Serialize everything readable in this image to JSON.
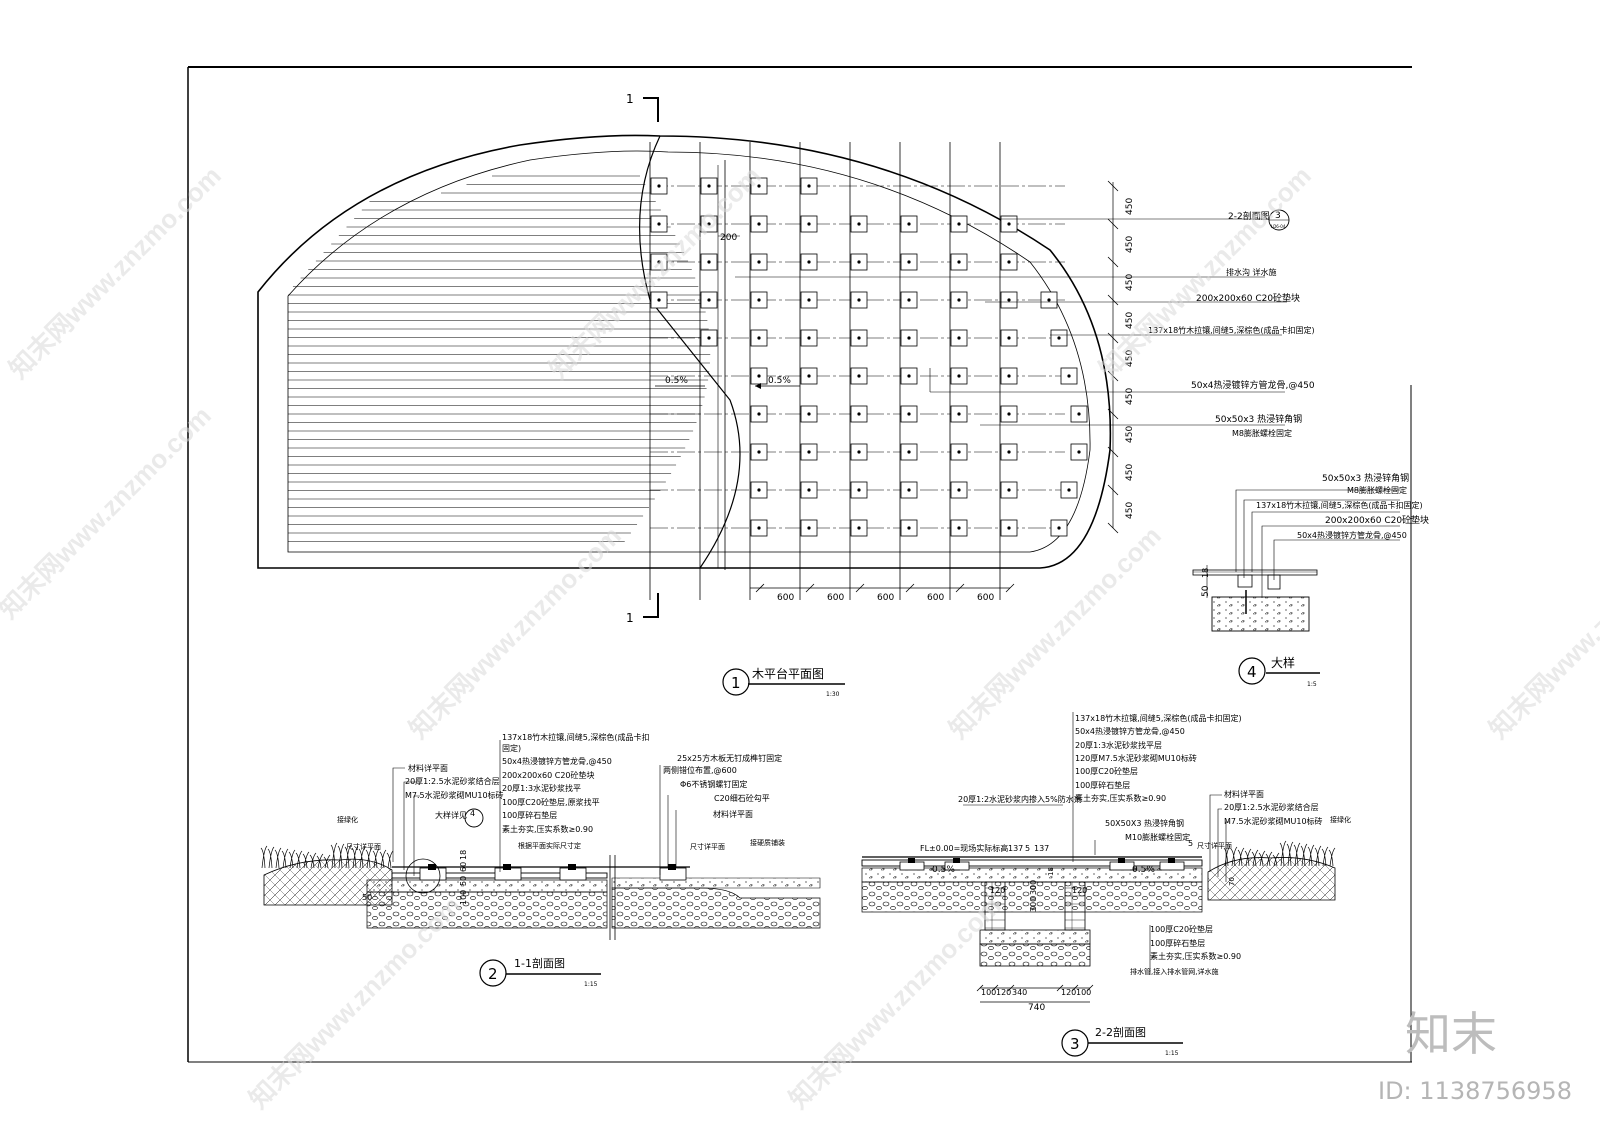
{
  "plan": {
    "section_marker": "1",
    "title_no": "1",
    "title": "木平台平面图",
    "scale": "1:30",
    "slope_left": "0.5%",
    "slope_right": "0.5%",
    "gap_label": "200",
    "spacing_v": [
      "450",
      "450",
      "450",
      "450",
      "450",
      "450",
      "450",
      "450",
      "450"
    ],
    "spacing_h": [
      "600",
      "600",
      "600",
      "600",
      "600"
    ],
    "callouts": [
      "2-2剖面图",
      "排水沟  详水施",
      "200x200x60  C20砼垫块",
      "137x18竹木拉镶,间缝5,深棕色(成品卡扣固定)",
      "50x4热浸镀锌方管龙骨,@450",
      "50x50x3  热浸锌角钢",
      "M8膨胀螺栓固定"
    ],
    "section_ref_no": "3",
    "section_ref_sheet": "LD6-04"
  },
  "detail": {
    "title_no": "4",
    "title": "大样",
    "scale": "1:5",
    "callouts": [
      "50x50x3  热浸锌角钢",
      "M8膨胀螺栓固定",
      "137x18竹木拉镶,间缝5,深棕色(成品卡扣固定)",
      "200x200x60  C20砼垫块",
      "50x4热浸镀锌方管龙骨,@450"
    ],
    "dims": [
      "18",
      "50"
    ]
  },
  "section1": {
    "title_no": "2",
    "title": "1-1剖面图",
    "scale": "1:15",
    "detail_ref": "4",
    "callouts_mid": [
      "137x18竹木拉镶,间缝5,深棕色(成品卡扣",
      "固定)",
      "50x4热浸镀锌方管龙骨,@450",
      "200x200x60  C20砼垫块",
      "20厚1:3水泥砂浆找平",
      "100厚C20砼垫层,原浆找平",
      "100厚碎石垫层",
      "素土夯实,压实系数≥0.90"
    ],
    "callouts_left": [
      "材料详平面",
      "20厚1:2.5水泥砂浆结合层",
      "M7.5水泥砂浆砌MU10标砖"
    ],
    "detail_label": "大样详见",
    "green_left": "接绿化",
    "callouts_right": [
      "25x25方木板无钉成榫钉固定",
      "两侧错位布置,@600",
      "Φ6不锈钢螺钉固定",
      "C20细石砼勾平",
      "材料详平面"
    ],
    "paving_right": "接硬质铺装",
    "size_note_l": "尺寸详平面",
    "size_note_r": "尺寸详平面",
    "size_note_mid": "根据平面实际尺寸定",
    "dims": [
      "100",
      "50",
      "60",
      "18",
      "50"
    ]
  },
  "section2": {
    "title_no": "3",
    "title": "2-2剖面图",
    "scale": "1:15",
    "callouts_top": [
      "137x18竹木拉镶,间缝5,深棕色(成品卡扣固定)",
      "50x4热浸镀锌方管龙骨,@450",
      "20厚1:3水泥砂浆找平层",
      "120厚M7.5水泥砂浆砌MU10标砖",
      "100厚C20砼垫层",
      "100厚碎石垫层",
      "素土夯实,压实系数≥0.90"
    ],
    "mortar_note": "20厚1:2水泥砂浆内掺入5%防水剂",
    "angle_note": "50X50X3  热浸锌角钢",
    "bolt_note": "M10膨胀螺栓固定",
    "fl_note": "FL±0.00=现场实际标高",
    "fl_dims": [
      "137",
      "5",
      "137"
    ],
    "slope_l": "0.5%",
    "slope_r": "0.5%",
    "callouts_right": [
      "材料详平面",
      "20厚1:2.5水泥砂浆结合层",
      "M7.5水泥砂浆砌MU10标砖"
    ],
    "green_right": "接绿化",
    "size_note": "尺寸详平面",
    "callouts_bottom": [
      "100厚C20砼垫层",
      "100厚碎石垫层",
      "素土夯实,压实系数≥0.90",
      "排水管,接入排水管网,详水施"
    ],
    "dims_bottom": [
      "100",
      "120",
      "340",
      "120",
      "100"
    ],
    "total_dim": "740",
    "dims_v": [
      "120",
      "300",
      "300",
      "120"
    ],
    "small_dims": [
      "5",
      "18",
      "70"
    ]
  },
  "watermark": {
    "text": "知末网www.znzmo.com",
    "brand": "知末",
    "id_label": "ID: 1138756958"
  }
}
